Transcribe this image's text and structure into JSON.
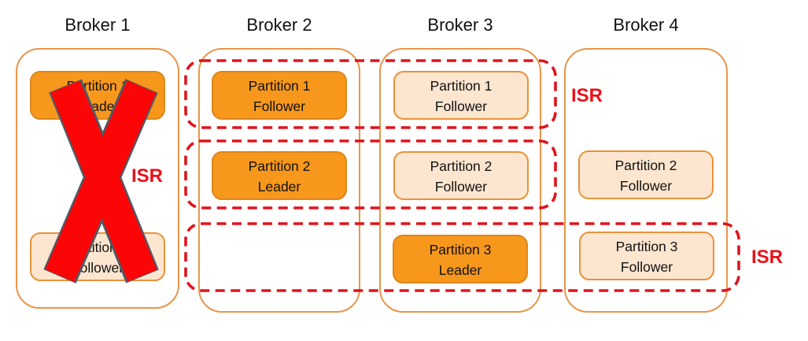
{
  "brokers": [
    {
      "title": "Broker 1",
      "partitions": [
        {
          "name": "Partition 1",
          "role": "Leader"
        },
        {
          "name": "Partition 3",
          "role": "Follower"
        }
      ]
    },
    {
      "title": "Broker 2",
      "partitions": [
        {
          "name": "Partition 1",
          "role": "Follower"
        },
        {
          "name": "Partition 2",
          "role": "Leader"
        }
      ]
    },
    {
      "title": "Broker 3",
      "partitions": [
        {
          "name": "Partition 1",
          "role": "Follower"
        },
        {
          "name": "Partition 2",
          "role": "Follower"
        },
        {
          "name": "Partition 3",
          "role": "Leader"
        }
      ]
    },
    {
      "title": "Broker 4",
      "partitions": [
        {
          "name": "Partition 2",
          "role": "Follower"
        },
        {
          "name": "Partition 3",
          "role": "Follower"
        }
      ]
    }
  ],
  "isr_groups": [
    {
      "label": "ISR"
    },
    {
      "label": "ISR"
    },
    {
      "label": "ISR"
    }
  ],
  "colors": {
    "partition_solid_fill": "#F7981D",
    "partition_solid_border": "#DE861C",
    "partition_light_fill": "#FCE6CF",
    "partition_light_border": "#E8923A",
    "broker_border": "#E8954A",
    "isr_dash_red": "#E0131B",
    "isr_label_red": "#E8131B",
    "x_fill_red": "#FB0506",
    "x_outline": "#4E5A65",
    "text_black": "#111111"
  }
}
